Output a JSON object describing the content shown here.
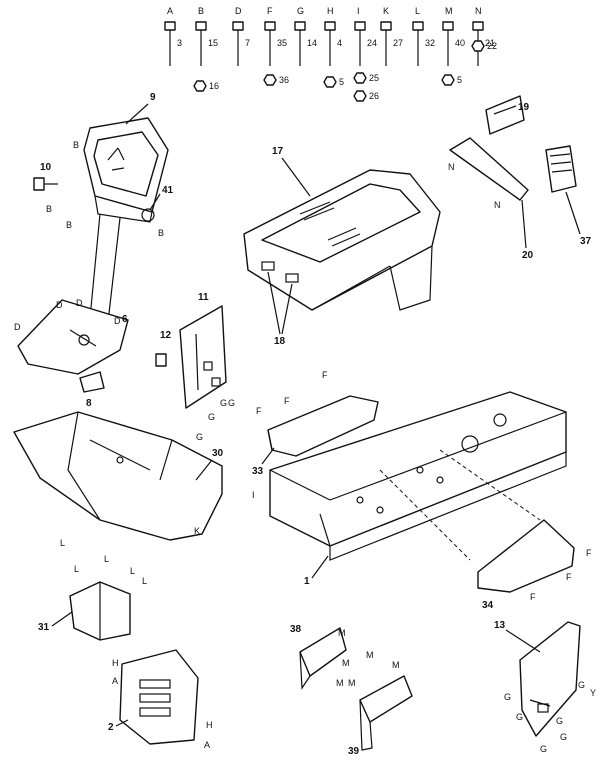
{
  "fasteners": [
    {
      "key": "fastener-a",
      "letter": "A",
      "num": "3"
    },
    {
      "key": "fastener-b",
      "letter": "B",
      "num": "15"
    },
    {
      "key": "fastener-d",
      "letter": "D",
      "num": "7"
    },
    {
      "key": "fastener-f",
      "letter": "F",
      "num": "35"
    },
    {
      "key": "fastener-g",
      "letter": "G",
      "num": "14"
    },
    {
      "key": "fastener-h",
      "letter": "H",
      "num": "4"
    },
    {
      "key": "fastener-i",
      "letter": "I",
      "num": "24"
    },
    {
      "key": "fastener-k",
      "letter": "K",
      "num": "27"
    },
    {
      "key": "fastener-l",
      "letter": "L",
      "num": "32"
    },
    {
      "key": "fastener-m",
      "letter": "M",
      "num": "40"
    },
    {
      "key": "fastener-n",
      "letter": "N",
      "num": "21"
    }
  ],
  "nuts": {
    "b": "16",
    "f": "36",
    "h": "5",
    "i": "25",
    "i2": "26",
    "m": "5",
    "n": "22"
  },
  "parts": {
    "p1": "1",
    "p2": "2",
    "p6": "6",
    "p8": "8",
    "p9": "9",
    "p10": "10",
    "p11": "11",
    "p12": "12",
    "p13": "13",
    "p17": "17",
    "p18": "18",
    "p19": "19",
    "p20": "20",
    "p30": "30",
    "p31": "31",
    "p33": "33",
    "p34": "34",
    "p37": "37",
    "p38": "38",
    "p39": "39",
    "p41": "41"
  },
  "letters": {
    "B": "B",
    "D": "D",
    "F": "F",
    "G": "G",
    "H": "H",
    "A": "A",
    "K": "K",
    "L": "L",
    "I": "I",
    "M": "M",
    "N": "N",
    "Y": "Y"
  }
}
